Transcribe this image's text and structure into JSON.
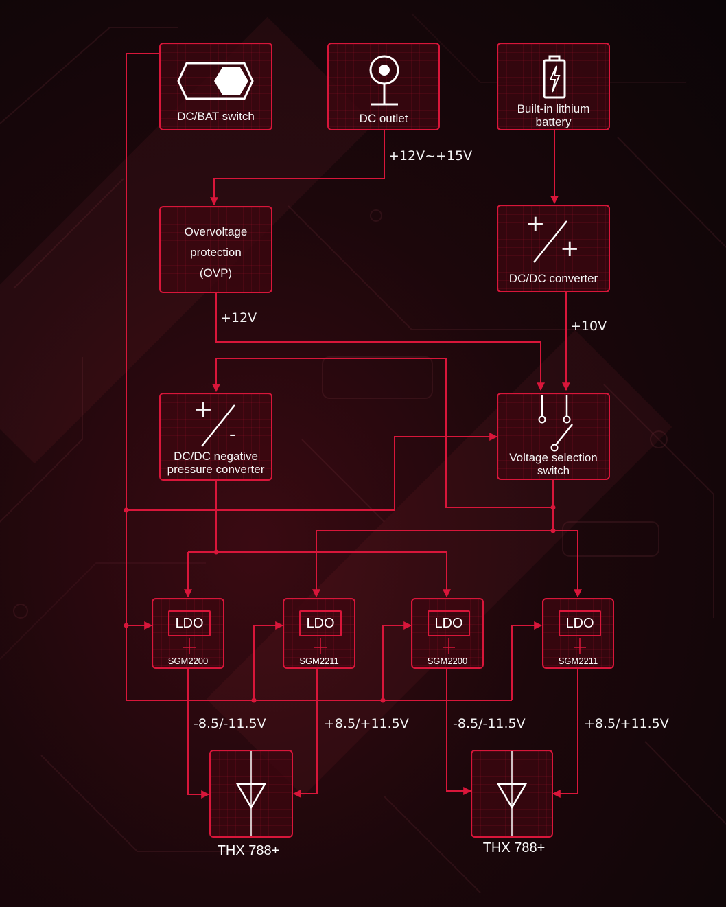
{
  "colors": {
    "accent": "#d8163a",
    "text": "#f4f4f4"
  },
  "boxes": {
    "dc_bat_switch": {
      "label": "DC/BAT switch",
      "icon": "toggle-switch-icon"
    },
    "dc_outlet": {
      "label": "DC outlet",
      "icon": "dc-jack-icon"
    },
    "battery": {
      "label_line1": "Built-in lithium",
      "label_line2": "battery",
      "icon": "battery-icon"
    },
    "ovp": {
      "line1": "Overvoltage",
      "line2": "protection",
      "line3": "(OVP)"
    },
    "dcdc": {
      "label": "DC/DC converter",
      "sign_a": "+",
      "sign_b": "+"
    },
    "neg_conv": {
      "line1": "DC/DC negative",
      "line2": "pressure converter",
      "sign_a": "+",
      "sign_b": "-"
    },
    "vsel": {
      "line1": "Voltage selection",
      "line2": "switch",
      "icon": "switch-icon"
    }
  },
  "ldos": [
    {
      "label": "LDO",
      "part": "SGM2200"
    },
    {
      "label": "LDO",
      "part": "SGM2211"
    },
    {
      "label": "LDO",
      "part": "SGM2200"
    },
    {
      "label": "LDO",
      "part": "SGM2211"
    }
  ],
  "amps": [
    {
      "label": "THX 788+",
      "icon": "amplifier-triangle-icon"
    },
    {
      "label": "THX 788+",
      "icon": "amplifier-triangle-icon"
    }
  ],
  "voltages": {
    "dc_in": "+12V~+15V",
    "ovp_out": "+12V",
    "dcdc_out": "+10V",
    "ldo1": "-8.5/-11.5V",
    "ldo2": "+8.5/+11.5V",
    "ldo3": "-8.5/-11.5V",
    "ldo4": "+8.5/+11.5V"
  }
}
